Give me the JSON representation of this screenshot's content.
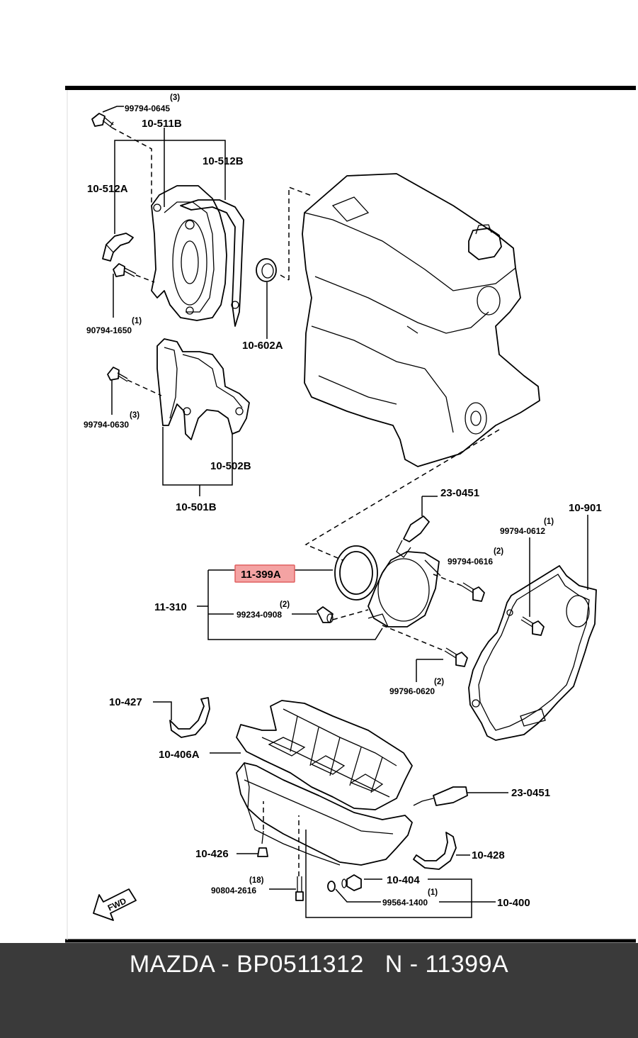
{
  "labels": {
    "p99794_0645": "99794-0645",
    "q99794_0645": "(3)",
    "p10_511B": "10-511B",
    "p10_512B": "10-512B",
    "p10_512A": "10-512A",
    "p90794_1650": "90794-1650",
    "q90794_1650": "(1)",
    "p10_602A": "10-602A",
    "p99794_0630": "99794-0630",
    "q99794_0630": "(3)",
    "p10_502B": "10-502B",
    "p10_501B": "10-501B",
    "p23_0451_a": "23-0451",
    "p10_901": "10-901",
    "p99794_0612": "99794-0612",
    "q99794_0612": "(1)",
    "p99794_0616": "99794-0616",
    "q99794_0616": "(2)",
    "p11_399A": "11-399A",
    "p11_310": "11-310",
    "p99234_0908": "99234-0908",
    "q99234_0908": "(2)",
    "p99796_0620": "99796-0620",
    "q99796_0620": "(2)",
    "p10_427": "10-427",
    "p10_406A": "10-406A",
    "p23_0451_b": "23-0451",
    "p10_426": "10-426",
    "p10_428": "10-428",
    "p90804_2616": "90804-2616",
    "q90804_2616": "(18)",
    "p10_404": "10-404",
    "p99564_1400": "99564-1400",
    "q99564_1400": "(1)",
    "p10_400": "10-400"
  },
  "highlight_color": "#f4a3a3",
  "highlight_border": "#e06060",
  "footer": {
    "text": "MAZDA - BP0511312   N - 11399A",
    "background": "#3a3a3a"
  },
  "arrow_icon": "fwd-arrow-icon"
}
